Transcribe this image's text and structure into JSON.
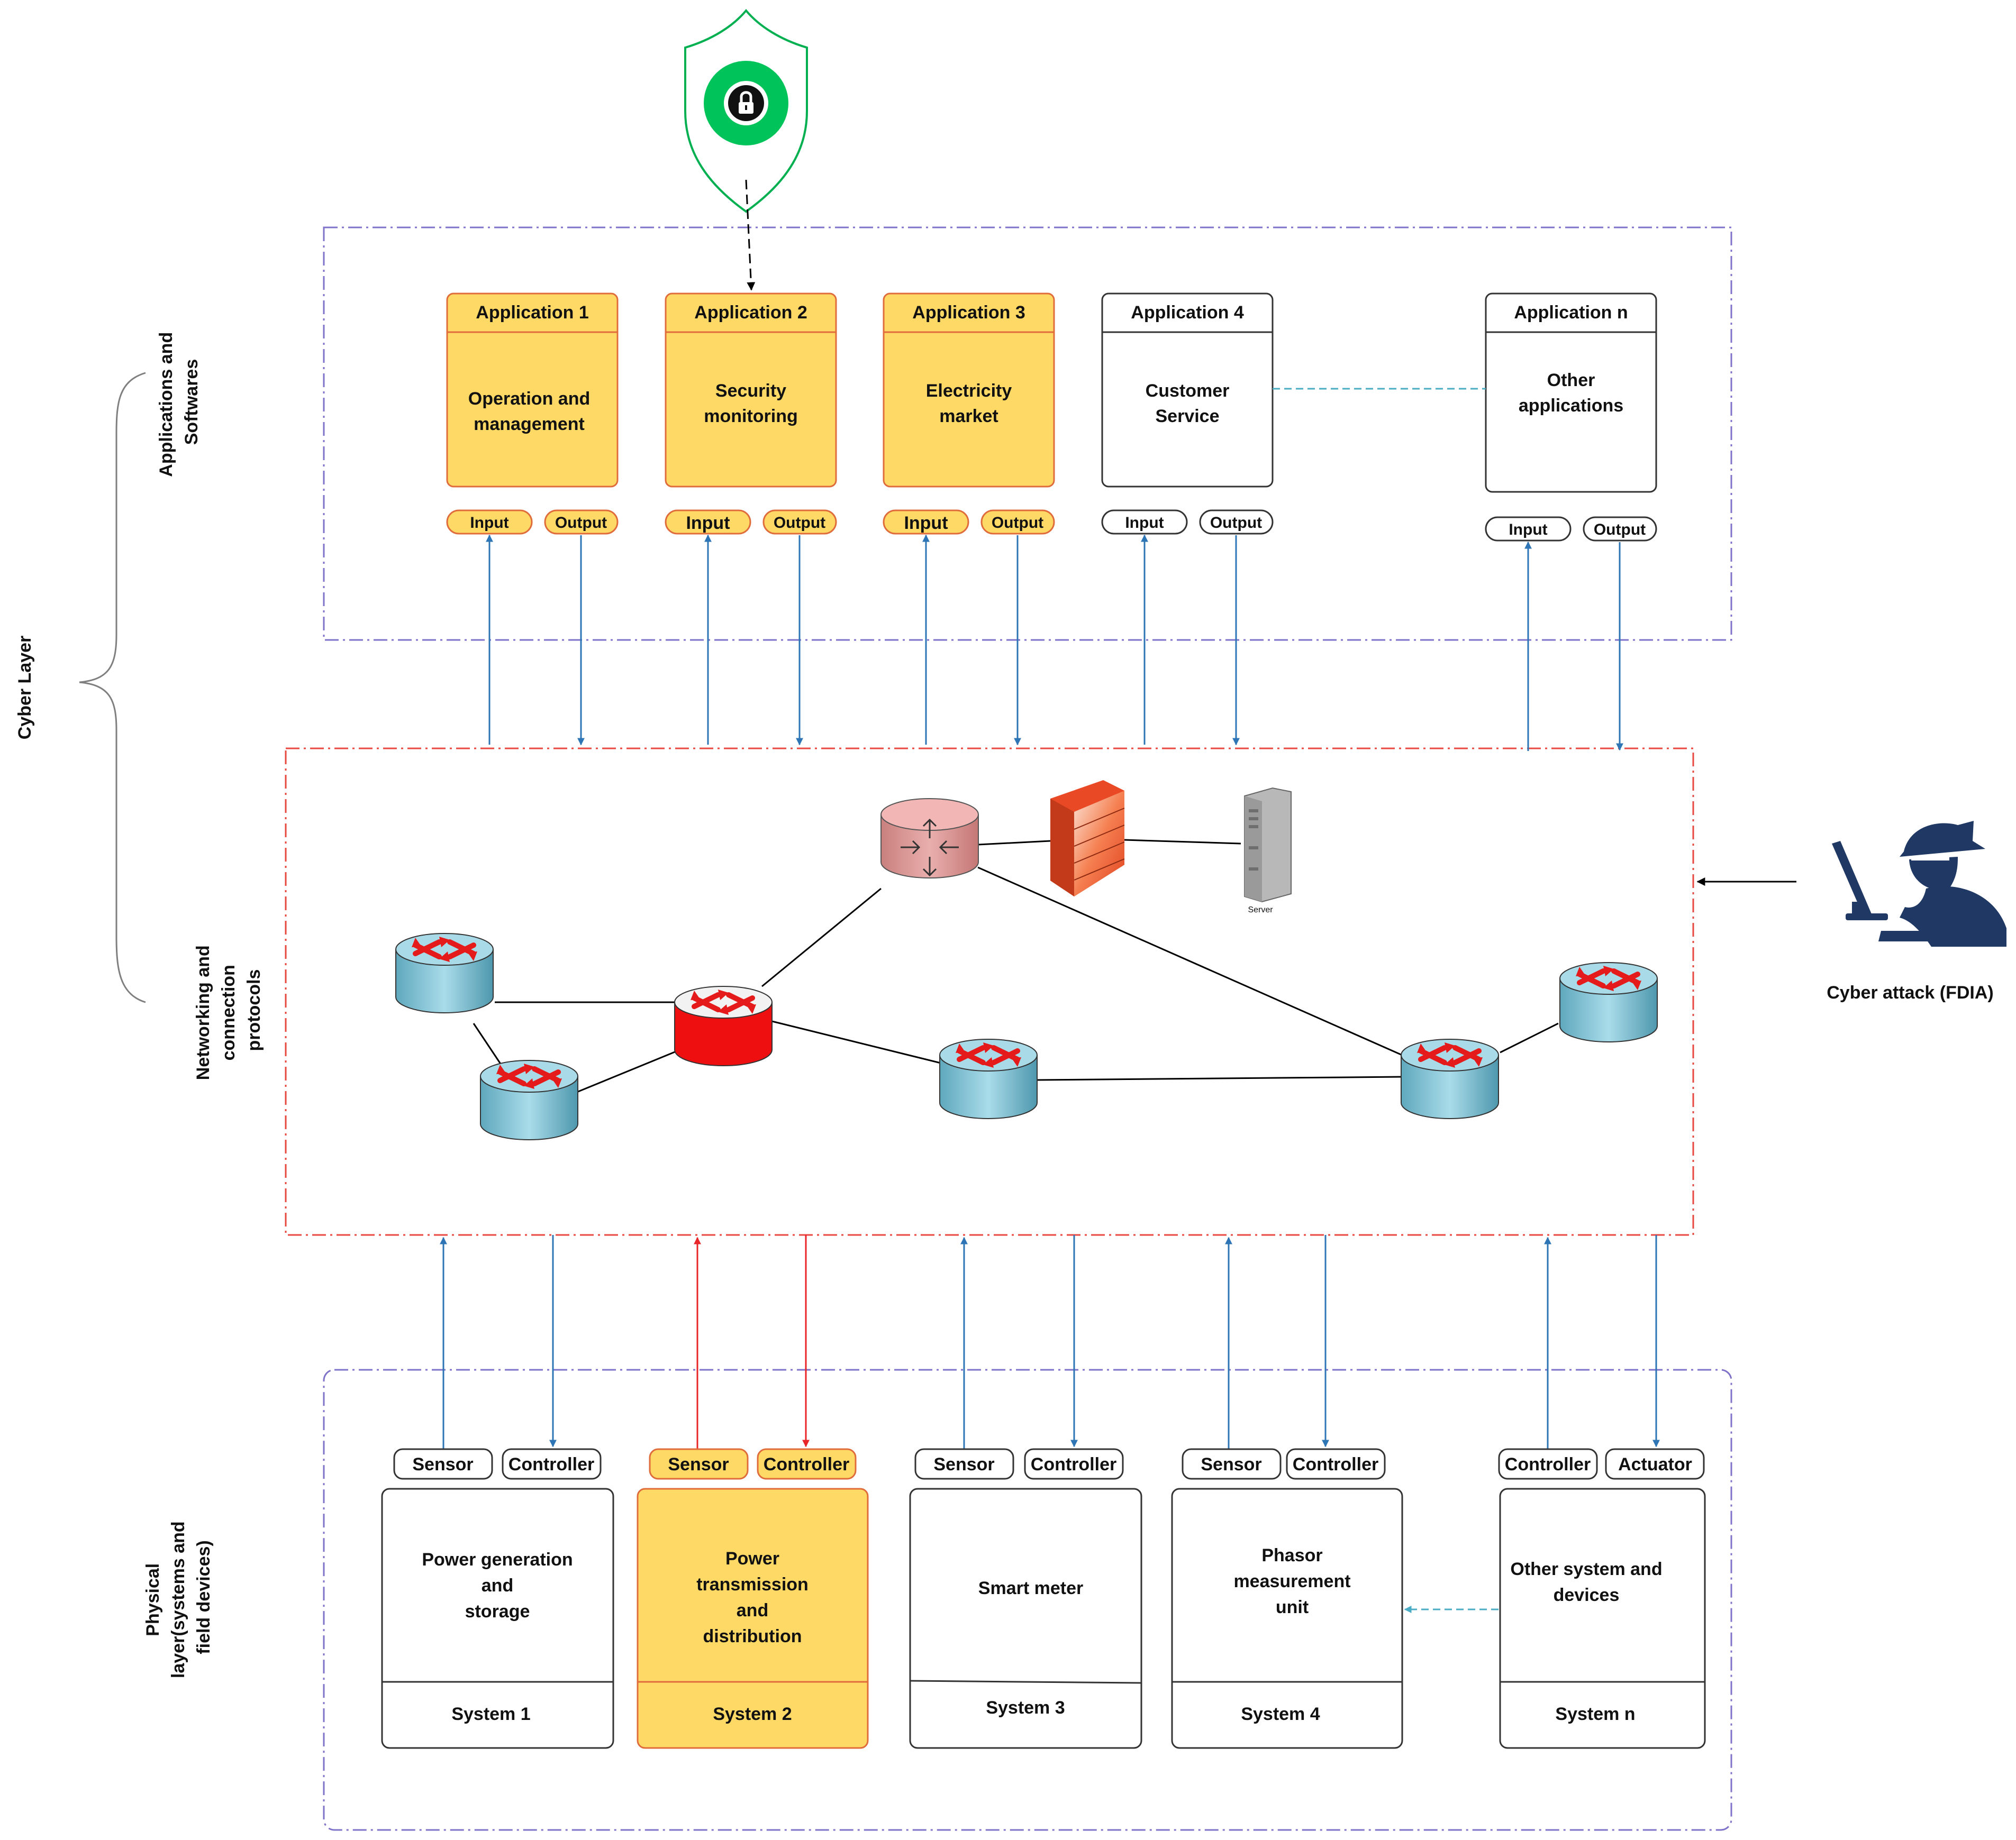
{
  "layers": {
    "cyber": "Cyber Layer",
    "applications": [
      "Applications and",
      "Softwares"
    ],
    "networking": [
      "Networking and",
      "connection",
      "protocols"
    ],
    "physical": [
      "Physical",
      "layer(systems and",
      "field devices)"
    ]
  },
  "applications": [
    {
      "title": "Application 1",
      "body": [
        "Operation and",
        "management"
      ],
      "input": "Input",
      "output": "Output",
      "highlight": true
    },
    {
      "title": "Application 2",
      "body": [
        "Security",
        "monitoring"
      ],
      "input": "Input",
      "output": "Output",
      "highlight": true
    },
    {
      "title": "Application 3",
      "body": [
        "Electricity",
        "market"
      ],
      "input": "Input",
      "output": "Output",
      "highlight": true
    },
    {
      "title": "Application 4",
      "body": [
        "Customer",
        "Service"
      ],
      "input": "Input",
      "output": "Output",
      "highlight": false
    },
    {
      "title": "Application n",
      "body": [
        "Other",
        "applications"
      ],
      "input": "Input",
      "output": "Output",
      "highlight": false
    }
  ],
  "systems": [
    {
      "name": "System 1",
      "body": [
        "Power generation",
        "and",
        "storage"
      ],
      "left": "Sensor",
      "right": "Controller",
      "highlight": false
    },
    {
      "name": "System 2",
      "body": [
        "Power",
        "transmission",
        "and",
        "distribution"
      ],
      "left": "Sensor",
      "right": "Controller",
      "highlight": true
    },
    {
      "name": "System 3",
      "body": [
        "Smart meter"
      ],
      "left": "Sensor",
      "right": "Controller",
      "highlight": false
    },
    {
      "name": "System 4",
      "body": [
        "Phasor",
        "measurement",
        "unit"
      ],
      "left": "Sensor",
      "right": "Controller",
      "highlight": false
    },
    {
      "name": "System n",
      "body": [
        "Other system and",
        "devices"
      ],
      "left": "Controller",
      "right": "Actuator",
      "highlight": false
    }
  ],
  "network": {
    "server_label": "Server"
  },
  "attacker": {
    "label": "Cyber attack (FDIA)"
  },
  "colors": {
    "highlight_fill": "#FFD966",
    "highlight_stroke": "#E06C3C",
    "arrow_blue": "#2E75B6",
    "arrow_red": "#E8262A",
    "attacker_navy": "#1F3864",
    "shield_green": "#00B050"
  },
  "icons": [
    "shield-lock-icon",
    "router-icon",
    "core-switch-icon",
    "firewall-icon",
    "server-icon",
    "hacker-icon"
  ]
}
